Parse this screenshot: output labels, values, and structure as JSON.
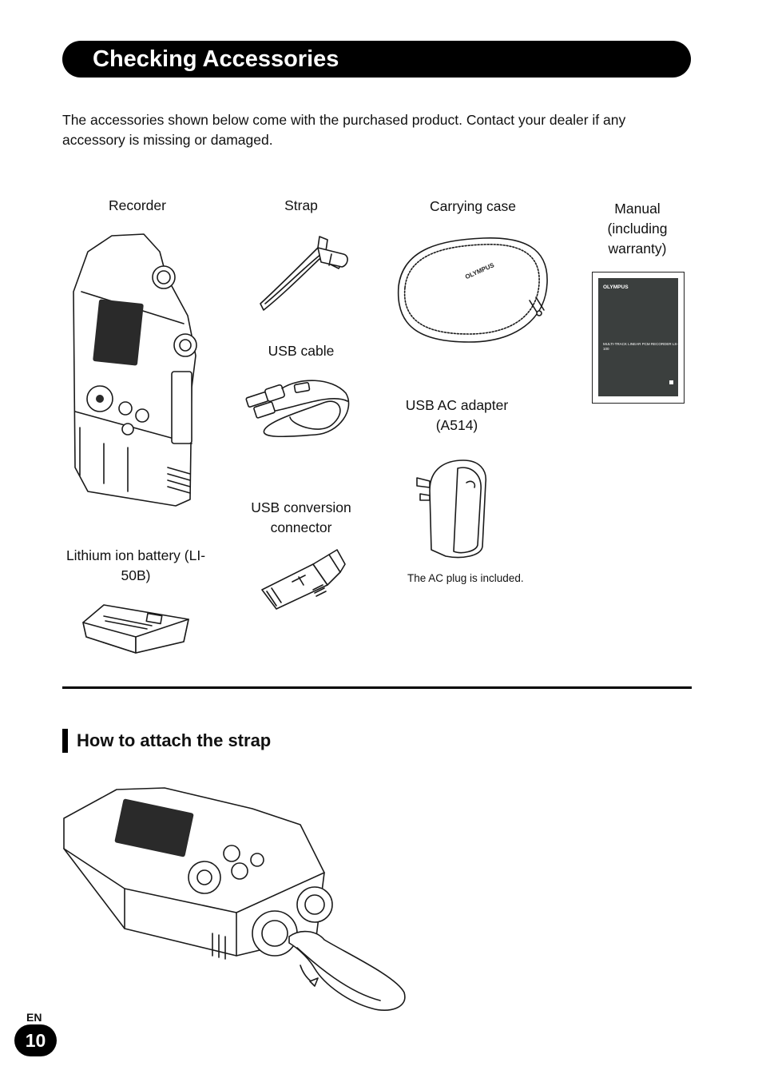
{
  "header": {
    "title": "Checking Accessories"
  },
  "intro": "The accessories shown below come with the purchased product. Contact your dealer if any accessory is missing or damaged.",
  "items": {
    "recorder": "Recorder",
    "strap": "Strap",
    "carrying_case": "Carrying case",
    "manual": "Manual (including warranty)",
    "usb_cable": "USB cable",
    "usb_ac_adapter": "USB AC adapter (A514)",
    "usb_conversion_connector": "USB conversion connector",
    "battery": "Lithium ion battery (LI-50B)",
    "ac_plug_note": "The AC plug is included."
  },
  "manual_cover": {
    "brand": "OLYMPUS",
    "model": "MULTI-TRACK LINEAR PCM RECORDER LS-100"
  },
  "section": {
    "title": "How to attach the strap"
  },
  "footer": {
    "lang": "EN",
    "page_number": "10"
  },
  "colors": {
    "ink": "#000000",
    "cover": "#3b3f3e",
    "paper": "#ffffff"
  },
  "icons": [
    "recorder-illustration",
    "strap-illustration",
    "carrying-case-illustration",
    "manual-illustration",
    "usb-cable-illustration",
    "usb-ac-adapter-illustration",
    "usb-conversion-connector-illustration",
    "battery-illustration",
    "strap-attachment-illustration"
  ]
}
